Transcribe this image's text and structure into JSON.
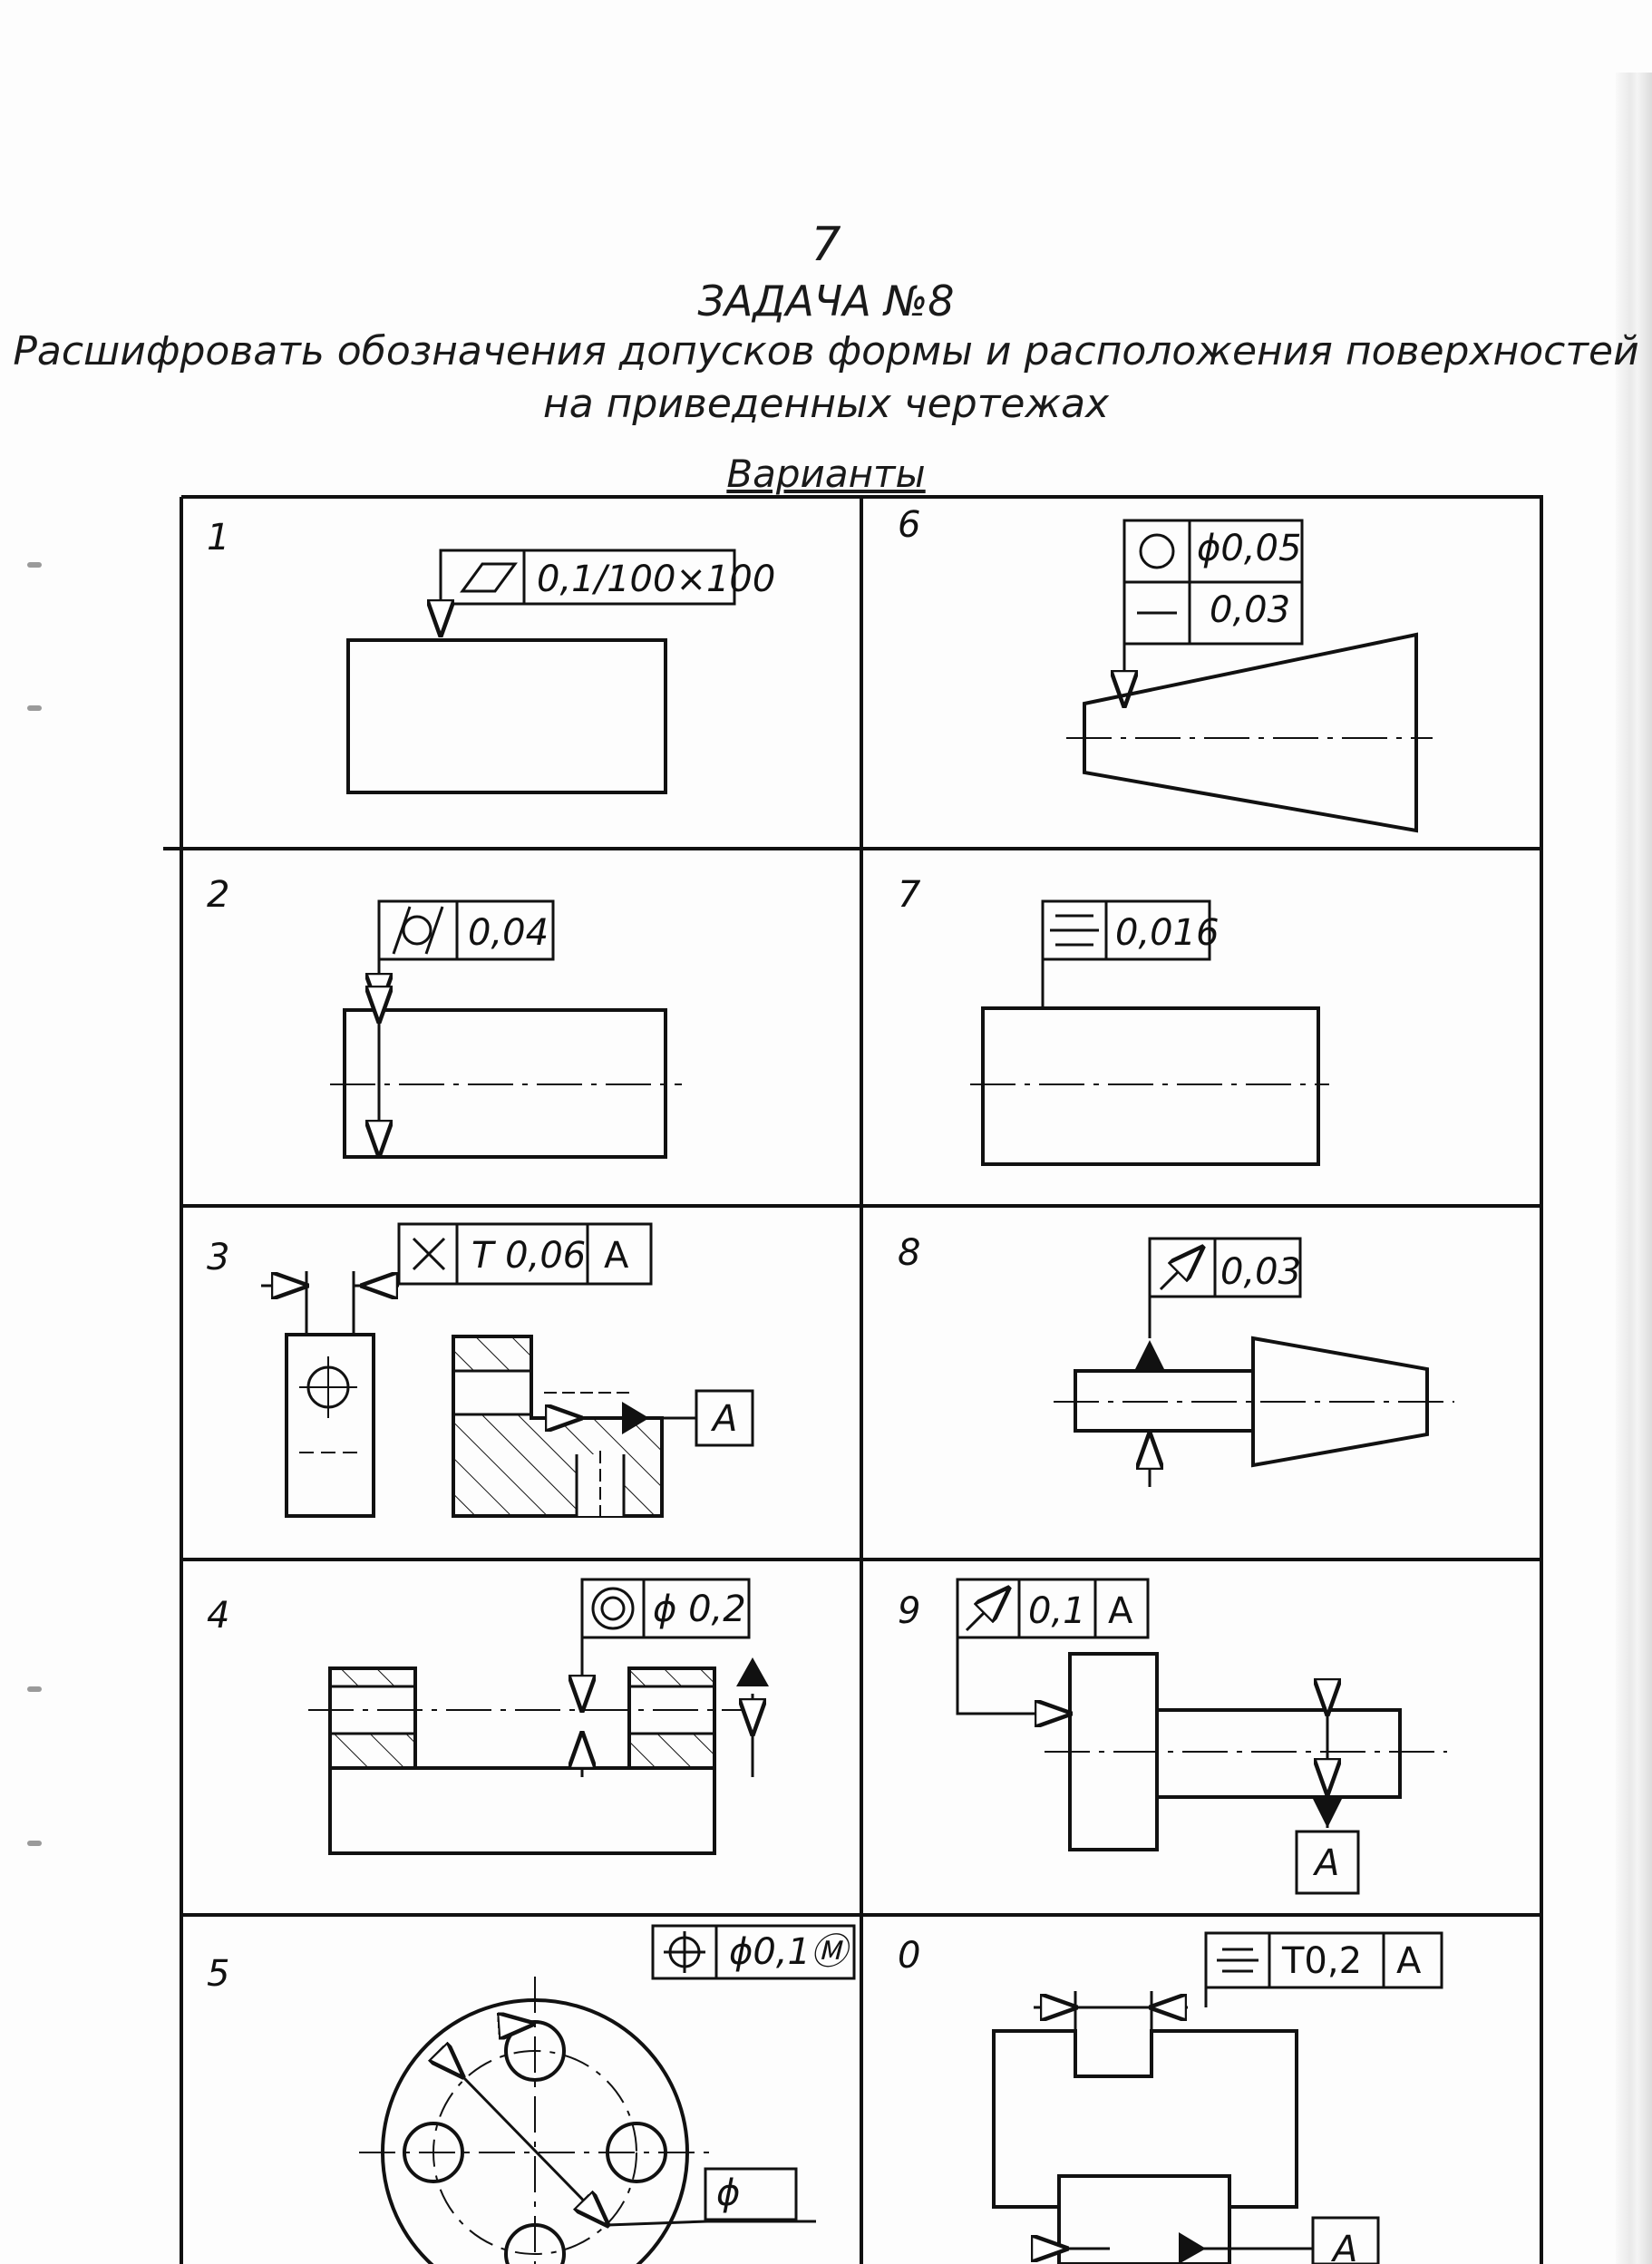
{
  "header": {
    "page_number": "7",
    "task": "ЗАДАЧА №8",
    "description_line1": "Расшифровать обозначения допусков формы и расположения поверхностей",
    "description_line2": "на приведенных чертежах",
    "variants_heading": "Варианты"
  },
  "variants": [
    {
      "number": "1",
      "frame": [
        "0,1/100×100"
      ]
    },
    {
      "number": "2",
      "frame": [
        "0,04"
      ]
    },
    {
      "number": "3",
      "frame": [
        "T 0,06",
        "A"
      ],
      "datum": "A"
    },
    {
      "number": "4",
      "frame": [
        "ϕ 0,2"
      ]
    },
    {
      "number": "5",
      "frame": [
        "ϕ0,1Ⓜ"
      ],
      "diameter": "ϕ"
    },
    {
      "number": "6",
      "frame": [
        "ϕ0,05",
        "0,03"
      ]
    },
    {
      "number": "7",
      "frame": [
        "0,016"
      ]
    },
    {
      "number": "8",
      "frame": [
        "0,03"
      ]
    },
    {
      "number": "9",
      "frame": [
        "0,1",
        "A"
      ],
      "datum": "A"
    },
    {
      "number": "0",
      "frame": [
        "T0,2",
        "A"
      ],
      "datum": "A"
    }
  ]
}
